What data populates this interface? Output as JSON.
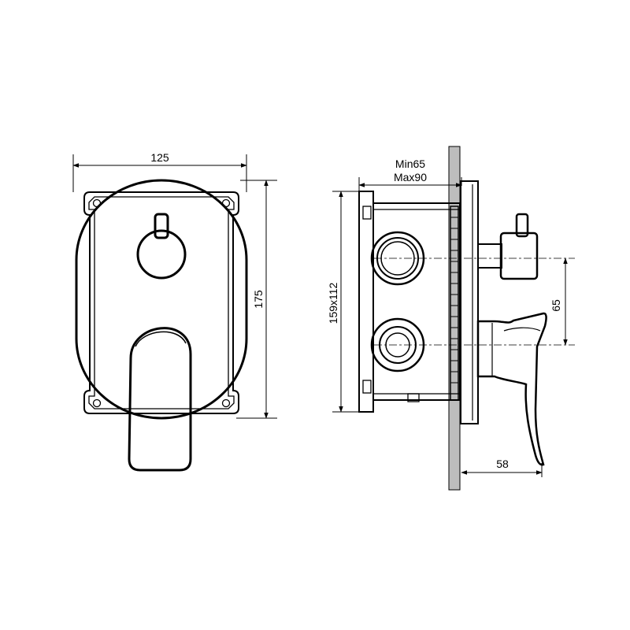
{
  "front_view": {
    "width_label": "125",
    "height_label": "175"
  },
  "side_view": {
    "depth_label_min": "Min65",
    "depth_label_max": "Max90",
    "box_size_label": "159x112",
    "outlet_spacing_label": "65",
    "projection_label": "58"
  },
  "colors": {
    "line": "#000000",
    "wall_fill": "#bdbdbd",
    "background": "#ffffff"
  }
}
